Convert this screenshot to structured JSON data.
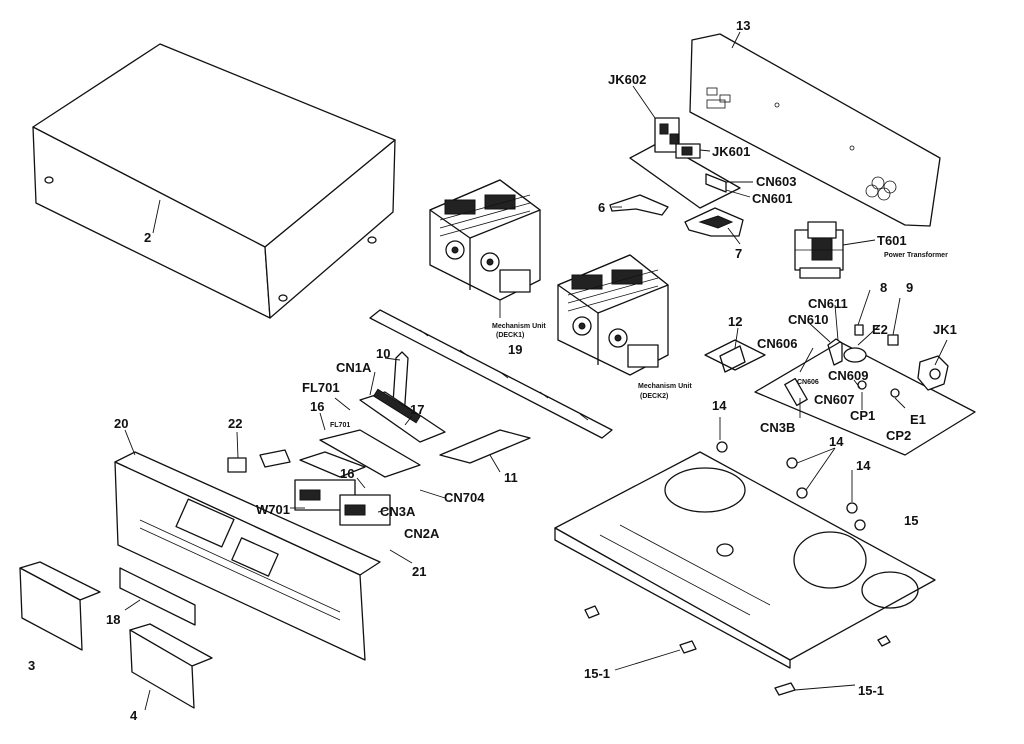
{
  "labels": {
    "n13": "13",
    "jk602": "JK602",
    "jk601": "JK601",
    "cn603": "CN603",
    "cn601": "CN601",
    "n6": "6",
    "n7": "7",
    "t601": "T601",
    "power_transformer": "Power Transformer",
    "n2": "2",
    "n8": "8",
    "n9": "9",
    "cn611": "CN611",
    "cn610": "CN610",
    "e2": "E2",
    "jk1": "JK1",
    "n12": "12",
    "cn606": "CN606",
    "cn609": "CN609",
    "cn606_small": "CN606",
    "cn607": "CN607",
    "cp1": "CP1",
    "e1": "E1",
    "cp2": "CP2",
    "cn3b": "CN3B",
    "mech1": "Mechanism Unit",
    "mech1b": "(DECK1)",
    "mech2": "Mechanism Unit",
    "mech2b": "(DECK2)",
    "n19": "19",
    "n10": "10",
    "cn1a": "CN1A",
    "fl701": "FL701",
    "fl701_small": "FL701",
    "n16a": "16",
    "n17": "17",
    "n16b": "16",
    "n22": "22",
    "n20": "20",
    "n11": "11",
    "cn704": "CN704",
    "w701": "W701",
    "cn3a": "CN3A",
    "cn2a": "CN2A",
    "n21": "21",
    "n14a": "14",
    "n14b": "14",
    "n14c": "14",
    "n15": "15",
    "n18": "18",
    "n3": "3",
    "n4": "4",
    "n15_1a": "15-1",
    "n15_1b": "15-1"
  }
}
